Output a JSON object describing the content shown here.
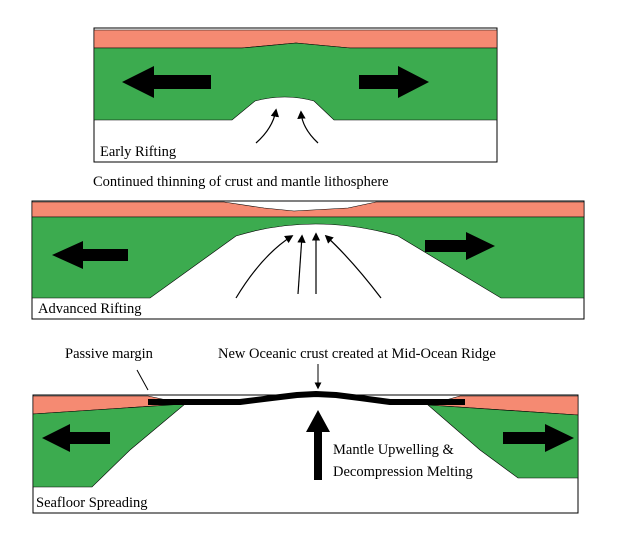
{
  "colors": {
    "crust": "#F58A72",
    "mantle_lithosphere": "#3CAB4F",
    "asthenosphere": "#FFFFFF",
    "oceanic_crust": "#000000",
    "outline": "#000000"
  },
  "panels": [
    {
      "title": "Early Rifting"
    },
    {
      "title": "Advanced Rifting"
    },
    {
      "title": "Seafloor Spreading"
    }
  ],
  "captions": {
    "between_1_2": "Continued thinning of crust and mantle lithosphere",
    "passive_margin": "Passive margin",
    "new_oceanic_crust": "New Oceanic crust created at Mid-Ocean Ridge",
    "upwelling_line1": "Mantle Upwelling &",
    "upwelling_line2": "Decompression Melting"
  },
  "icons": [
    "arrow-left-icon",
    "arrow-right-icon",
    "upwelling-arrow-icon"
  ]
}
